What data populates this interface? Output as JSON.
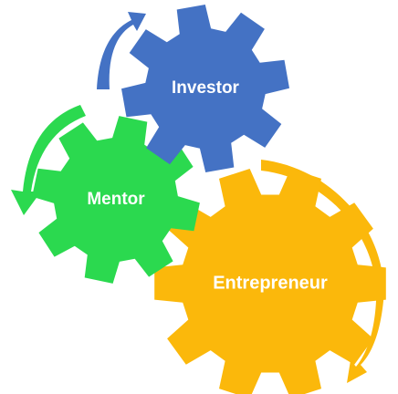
{
  "gears": [
    {
      "id": "investor",
      "label": "Investor",
      "color": "#4472C4"
    },
    {
      "id": "mentor",
      "label": "Mentor",
      "color": "#2BD94F"
    },
    {
      "id": "entrepreneur",
      "label": "Entrepreneur",
      "color": "#FBB80B"
    }
  ],
  "arrows": [
    {
      "id": "investor-arrow",
      "color": "#4472C4",
      "icon": "curved-arrow-up-icon"
    },
    {
      "id": "mentor-arrow",
      "color": "#2BD94F",
      "icon": "curved-arrow-down-left-icon"
    },
    {
      "id": "entrepreneur-arrow",
      "color": "#FBB80B",
      "icon": "curved-arrow-down-icon"
    }
  ]
}
